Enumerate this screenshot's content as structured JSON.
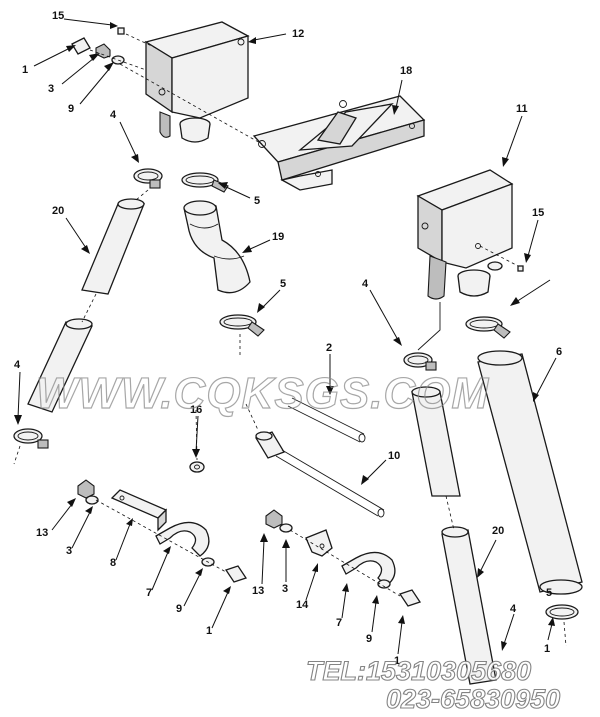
{
  "callouts": [
    "15",
    "12",
    "1",
    "3",
    "9",
    "18",
    "11",
    "4",
    "5",
    "20",
    "19",
    "15",
    "5",
    "4",
    "2",
    "6",
    "4",
    "16",
    "10",
    "13",
    "3",
    "8",
    "7",
    "9",
    "1",
    "13",
    "3",
    "14",
    "7",
    "9",
    "1",
    "20",
    "4",
    "5",
    "1"
  ],
  "watermark": {
    "site": "WWW.CQKSGS.COM",
    "tel": "TEL:15310305680",
    "phone": "023-65830950"
  },
  "colors": {
    "ink": "#1a1a1a",
    "paper": "#ffffff",
    "watermark": "#8a8a8a"
  }
}
